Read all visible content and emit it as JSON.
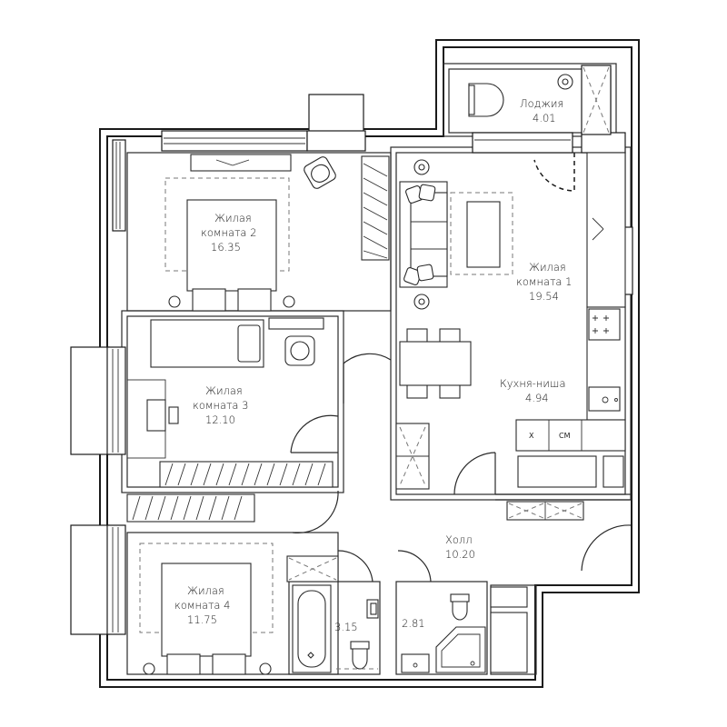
{
  "rooms": {
    "loggia": {
      "name": "Лоджия",
      "area": "4.01"
    },
    "living2": {
      "name_line1": "Жилая",
      "name_line2": "комната 2",
      "area": "16.35"
    },
    "living3": {
      "name_line1": "Жилая",
      "name_line2": "комната 3",
      "area": "12.10"
    },
    "living4": {
      "name_line1": "Жилая",
      "name_line2": "комната 4",
      "area": "11.75"
    },
    "living1": {
      "name_line1": "Жилая",
      "name_line2": "комната 1",
      "area": "19.54"
    },
    "kitchen": {
      "name": "Кухня-ниша",
      "area": "4.94"
    },
    "hall": {
      "name": "Холл",
      "area": "10.20"
    },
    "bath1": {
      "area": "3.15"
    },
    "bath2": {
      "area": "2.81"
    }
  },
  "appliances": {
    "fridge": "Х",
    "washer": "СМ"
  }
}
